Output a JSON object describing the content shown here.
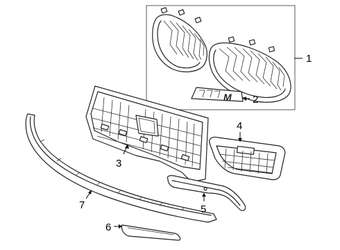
{
  "callouts": [
    {
      "id": "1",
      "label": "1"
    },
    {
      "id": "2",
      "label": "2"
    },
    {
      "id": "3",
      "label": "3"
    },
    {
      "id": "4",
      "label": "4"
    },
    {
      "id": "5",
      "label": "5"
    },
    {
      "id": "6",
      "label": "6"
    },
    {
      "id": "7",
      "label": "7"
    }
  ],
  "badge": {
    "text": "M"
  }
}
